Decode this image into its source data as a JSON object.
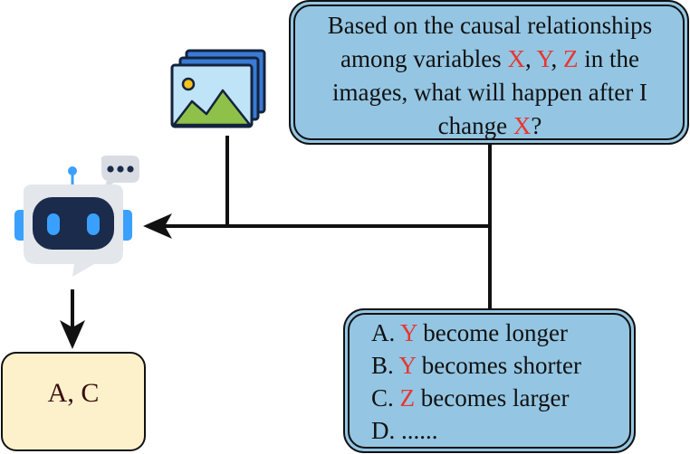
{
  "question": {
    "line1": "Based on the causal relationships",
    "line2_a": "among variables ",
    "var_x": "X",
    "sep1": ", ",
    "var_y": "Y",
    "sep2": ", ",
    "var_z": "Z",
    "line2_b": " in the",
    "line3": "images, what will happen after I",
    "line4_a": "change ",
    "line4_var": "X",
    "line4_b": "?"
  },
  "options": [
    {
      "prefix": "A. ",
      "var": "Y",
      "text": " become longer"
    },
    {
      "prefix": "B. ",
      "var": "Y",
      "text": " becomes shorter"
    },
    {
      "prefix": "C. ",
      "var": "Z",
      "text": " becomes larger"
    },
    {
      "prefix": "D. ......",
      "var": "",
      "text": ""
    }
  ],
  "answer": {
    "text": "A, C"
  },
  "colors": {
    "box_fill": "#94c6e3",
    "box_stroke": "#111111",
    "answer_fill": "#fdf1cc",
    "variable_red": "#e8352f",
    "robot_face": "#1a2b4c",
    "robot_eye": "#3aa0ff"
  },
  "icons": {
    "images": "image-stack-icon",
    "model": "robot-icon",
    "speech": "speech-bubble-icon"
  }
}
